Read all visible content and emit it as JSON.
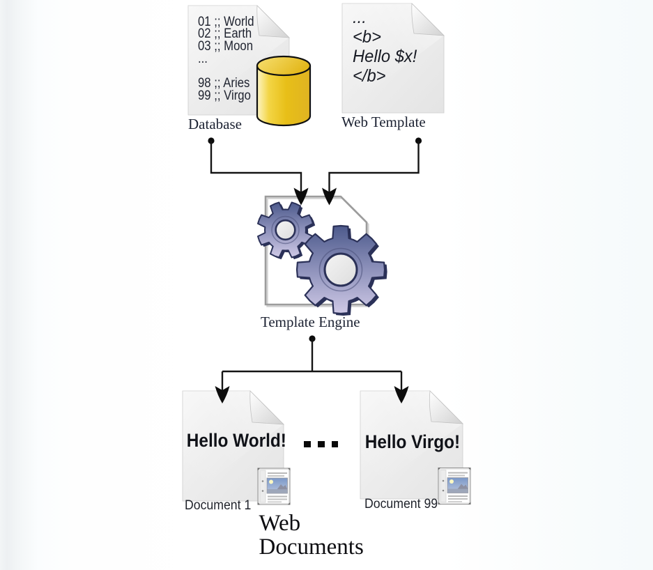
{
  "diagram": {
    "database": {
      "label": "Database",
      "lines": [
        "01 ;; World",
        "02 ;; Earth",
        "03 ;; Moon",
        "...",
        "",
        "98 ;; Aries",
        "99 ;; Virgo"
      ]
    },
    "web_template": {
      "label": "Web Template",
      "lines": [
        "...",
        "<b>",
        "Hello $x!",
        "</b>"
      ]
    },
    "template_engine": {
      "label": "Template Engine"
    },
    "outputs": {
      "document1": {
        "content": "Hello World!",
        "label": "Document 1"
      },
      "document99": {
        "content": "Hello Virgo!",
        "label": "Document 99"
      },
      "ellipsis": "...",
      "group_label": "Web Documents"
    }
  },
  "colors": {
    "connector": "#141414",
    "paper": "#ededed",
    "cylinder_yellow": "#e9c22a",
    "gear_dark": "#50608e",
    "gear_light": "#cdc7e5"
  }
}
